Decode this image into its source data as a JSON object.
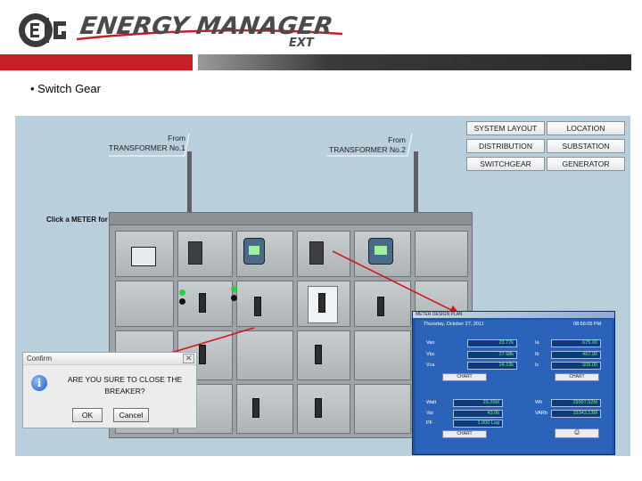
{
  "header": {
    "brand_word": "ENERGY MANAGER",
    "brand_suffix": "EXT",
    "bullet_text": "• Switch Gear"
  },
  "scene": {
    "transformer_1": "From\nTRANSFORMER No.1",
    "transformer_2": "From\nTRANSFORMER No.2",
    "click_note": "Click a METER for details",
    "nav": [
      {
        "label": "SYSTEM LAYOUT"
      },
      {
        "label": "LOCATION"
      },
      {
        "label": "DISTRIBUTION"
      },
      {
        "label": "SUBSTATION"
      },
      {
        "label": "SWITCHGEAR"
      },
      {
        "label": "GENERATOR"
      }
    ]
  },
  "meter_popup": {
    "title": "METER DESIGN PLAN",
    "date": "Thursday, October 27, 2011",
    "time": "08:56:05 PM",
    "voltages": [
      {
        "label": "Van",
        "value": "23.77k"
      },
      {
        "label": "Vbc",
        "value": "27.98k"
      },
      {
        "label": "Vca",
        "value": "24.19k"
      }
    ],
    "currents": [
      {
        "label": "Ia",
        "value": "675.00"
      },
      {
        "label": "Ib",
        "value": "467.00"
      },
      {
        "label": "Ic",
        "value": "509.00"
      }
    ],
    "power_left": [
      {
        "label": "Watt",
        "value": "29.25M"
      },
      {
        "label": "Var",
        "value": "43.0k"
      },
      {
        "label": "PF",
        "value": "1.000 Lag"
      }
    ],
    "power_right": [
      {
        "label": "Wh",
        "value": "29997.52M"
      },
      {
        "label": "VARh",
        "value": "33343.13M"
      }
    ],
    "chart_button": "CHART"
  },
  "dialog": {
    "title": "Confirm",
    "message": "ARE YOU SURE TO CLOSE THE BREAKER?",
    "ok_label": "OK",
    "cancel_label": "Cancel"
  },
  "colors": {
    "red_bar": "#c42026",
    "popup_blue": "#1e56a8",
    "value_green": "#7cf07c",
    "arrow_red": "#d01818"
  }
}
